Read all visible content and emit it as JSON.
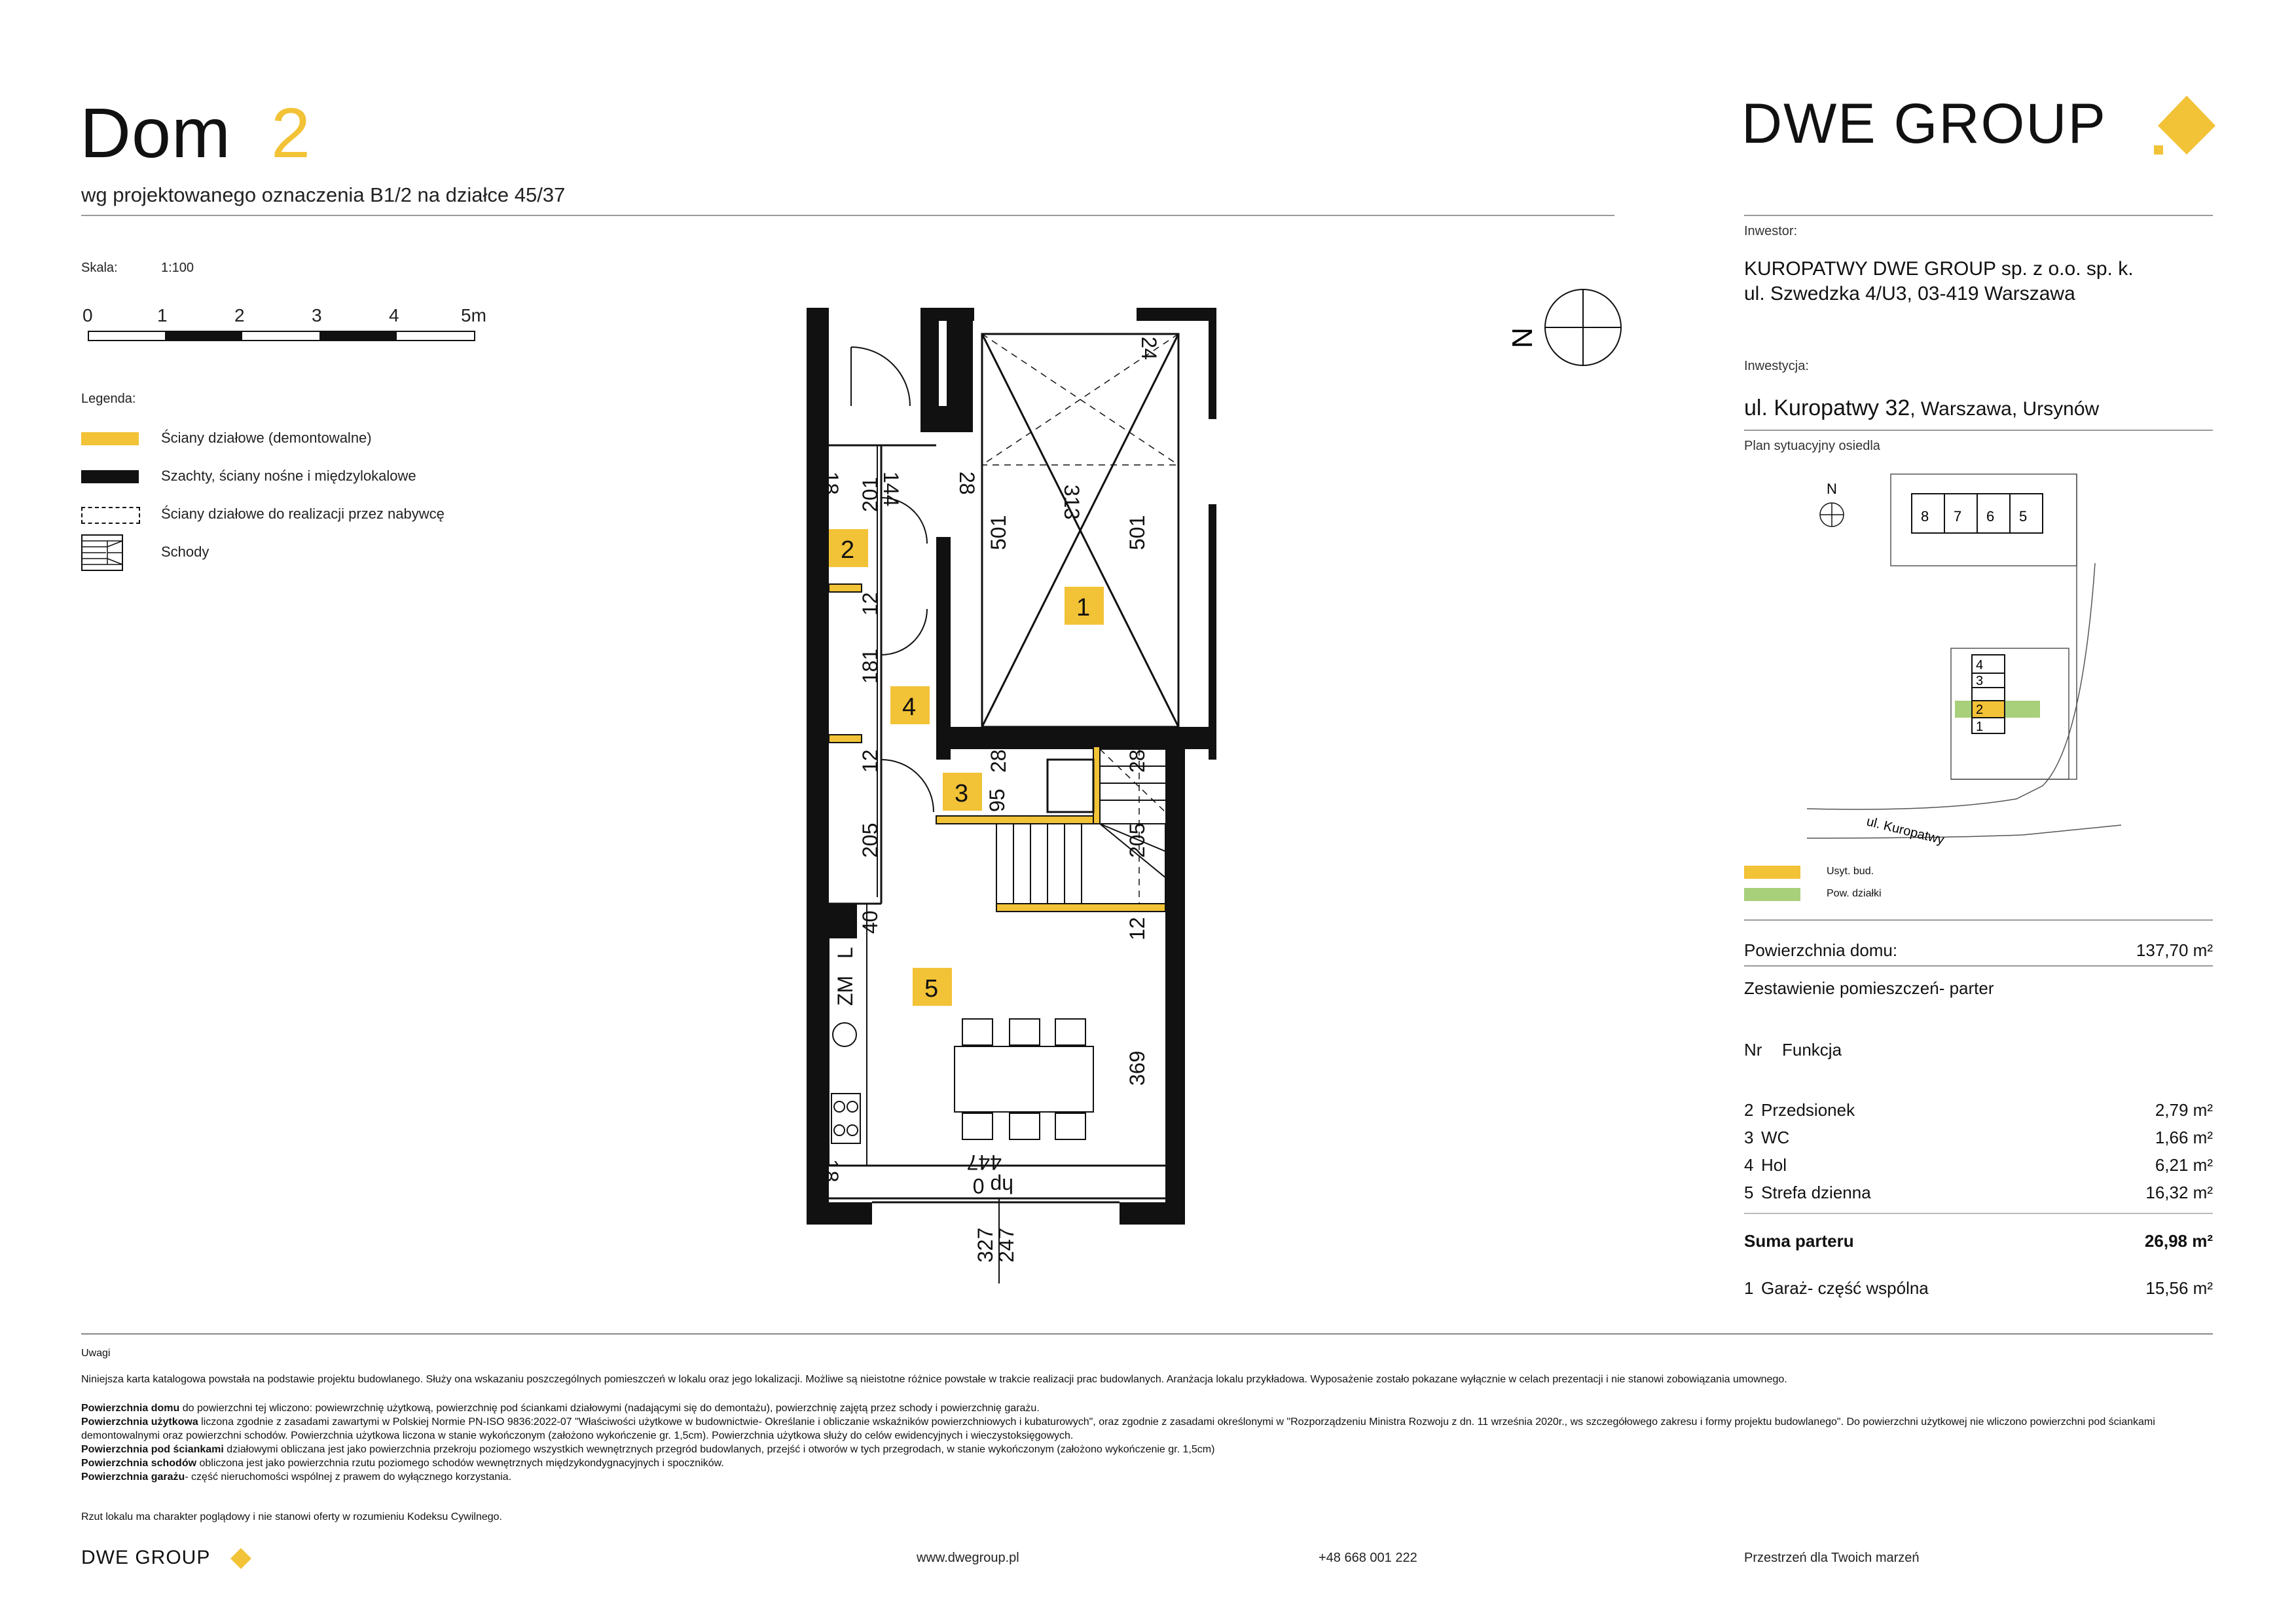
{
  "header": {
    "title": "Dom",
    "number": "2",
    "subtitle": "wg projektowanego oznaczenia B1/2 na działce 45/37"
  },
  "brand": {
    "logo_text": "DWE GROUP",
    "accent_color": "#F2C237"
  },
  "scale": {
    "label": "Skala:",
    "value": "1:100",
    "ticks": [
      "0",
      "1",
      "2",
      "3",
      "4",
      "5m"
    ]
  },
  "legend": {
    "title": "Legenda:",
    "items": [
      {
        "label": "Ściany działowe (demontowalne)",
        "icon": "yellow-bar"
      },
      {
        "label": "Szachty, ściany nośne i międzylokalowe",
        "icon": "black-bar"
      },
      {
        "label": "Ściany działowe do realizacji przez nabywcę",
        "icon": "dashed-box"
      },
      {
        "label": "Schody",
        "icon": "stairs-symbol"
      }
    ]
  },
  "plan": {
    "compass": "N",
    "rooms": [
      "1",
      "2",
      "3",
      "4",
      "5"
    ],
    "dimensions": {
      "d18a": "18",
      "d144": "144",
      "d28a": "28",
      "d313": "313",
      "d24": "24",
      "d201": "201",
      "d501a": "501",
      "d501b": "501",
      "d12a": "12",
      "d181": "181",
      "d12b": "12",
      "d28b": "28",
      "d95": "95",
      "d28c": "28",
      "d205a": "205",
      "d205b": "205",
      "d40": "40",
      "d12c": "12",
      "d369": "369",
      "d18b": "18",
      "d447": "447",
      "hp": "hp 0",
      "d327": "327",
      "d247": "247"
    },
    "kitchen": {
      "l": "L",
      "zm": "ZM"
    }
  },
  "info": {
    "investor_label": "Inwestor:",
    "investor_line1": "KUROPATWY DWE GROUP sp. z o.o. sp. k.",
    "investor_line2": "ul. Szwedzka 4/U3, 03-419 Warszawa",
    "investment_label": "Inwestycja:",
    "investment_bold": "ul. Kuropatwy 32",
    "investment_rest": ", Warszawa, Ursynów",
    "site_plan_label": "Plan sytuacyjny osiedla",
    "site_plan": {
      "north": "N",
      "top_units": [
        "8",
        "7",
        "6",
        "5"
      ],
      "side_units": [
        "4",
        "3",
        "2",
        "1"
      ],
      "street": "ul. Kuropatwy",
      "legend_usyt": "Usyt. bud.",
      "legend_pow": "Pow. działki",
      "usyt_color": "#F2C237",
      "pow_color": "#A8CF7A"
    },
    "area_label": "Powierzchnia domu:",
    "area_value": "137,70 m²",
    "rooms_title": "Zestawienie pomieszczeń- parter",
    "col_nr": "Nr",
    "col_func": "Funkcja",
    "rooms": [
      {
        "nr": "2",
        "name": "Przedsionek",
        "area": "2,79 m²"
      },
      {
        "nr": "3",
        "name": "WC",
        "area": "1,66 m²"
      },
      {
        "nr": "4",
        "name": "Hol",
        "area": "6,21 m²"
      },
      {
        "nr": "5",
        "name": "Strefa dzienna",
        "area": "16,32 m²"
      }
    ],
    "sum_label": "Suma parteru",
    "sum_value": "26,98 m²",
    "garage_nr": "1",
    "garage_label": "Garaż- część wspólna",
    "garage_value": "15,56 m²"
  },
  "notes": {
    "title": "Uwagi",
    "intro": "Niniejsza karta katalogowa powstała na podstawie projektu budowlanego. Służy ona wskazaniu poszczególnych pomieszczeń w lokalu oraz jego lokalizacji. Możliwe są nieistotne różnice powstałe w trakcie realizacji prac budowlanych. Aranżacja lokalu przykładowa. Wyposażenie zostało pokazane wyłącznie w celach prezentacji i nie stanowi zobowiązania umownego.",
    "p1_b": "Powierzchnia domu",
    "p1": " do powierzchni tej wliczono: powiewrzchnię użytkową, powierzchnię pod ściankami działowymi (nadającymi się do demontażu), powierzchnię zajętą przez schody i powierzchnię garażu.",
    "p2_b": "Powierzchnia użytkowa",
    "p2": " liczona zgodnie z zasadami zawartymi w Polskiej Normie PN-ISO 9836:2022-07 \"Właściwości użytkowe w budownictwie- Określanie i obliczanie wskaźników powierzchniowych i kubaturowych\", oraz zgodnie z zasadami określonymi w \"Rozporządzeniu Ministra Rozwoju z dn. 11 września 2020r., ws szczegółowego zakresu i formy projektu budowlanego\". Do powierzchni użytkowej nie wliczono powierzchni pod ściankami demontowalnymi oraz powierzchni schodów. Powierzchnia użytkowa liczona w stanie wykończonym (założono wykończenie gr. 1,5cm). Powierzchnia użytkowa służy do celów ewidencyjnych i wieczystoksięgowych.",
    "p3_b": "Powierzchnia pod ściankami",
    "p3": " działowymi obliczana jest jako powierzchnia przekroju poziomego wszystkich wewnętrznych przegród budowlanych, przejść i otworów w tych przegrodach, w stanie wykończonym (założono wykończenie gr. 1,5cm)",
    "p4_b": "Powierzchnia schodów",
    "p4": " obliczona jest jako powierzchnia rzutu poziomego schodów wewnętrznych międzykondygnacyjnych i spoczników.",
    "p5_b": "Powierzchnia garażu",
    "p5": "- część nieruchomości wspólnej z prawem do wyłącznego korzystania.",
    "closing": "Rzut lokalu ma charakter poglądowy i nie stanowi oferty w rozumieniu Kodeksu Cywilnego."
  },
  "footer": {
    "logo_text": "DWE GROUP",
    "website": "www.dwegroup.pl",
    "phone": "+48 668 001 222",
    "slogan": "Przestrzeń dla Twoich marzeń"
  }
}
